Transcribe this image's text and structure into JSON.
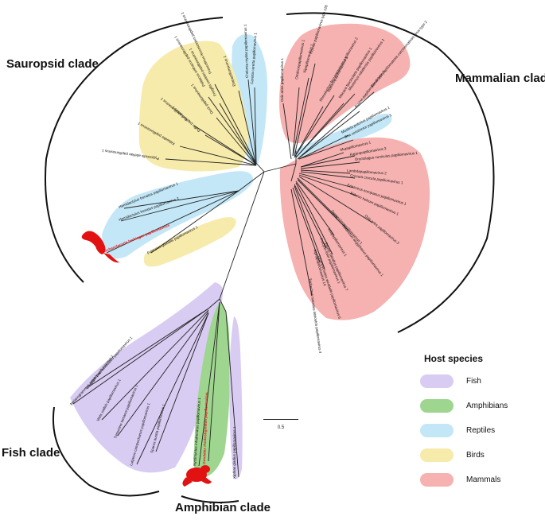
{
  "clades": {
    "sauropsid": "Sauropsid clade",
    "mammalian": "Mammalian clade",
    "fish": "Fish clade",
    "amphibian": "Amphibian clade"
  },
  "legend": {
    "title": "Host species",
    "items": [
      {
        "label": "Fish",
        "color": "#d9ccf2"
      },
      {
        "label": "Amphibians",
        "color": "#9ed58f"
      },
      {
        "label": "Reptiles",
        "color": "#c3e7f7"
      },
      {
        "label": "Birds",
        "color": "#f6ebaa"
      },
      {
        "label": "Mammals",
        "color": "#f6b1b1"
      }
    ]
  },
  "scale_bar": "0.5",
  "group_colors": {
    "fish": "#d9ccf2",
    "amphibian": "#9ed58f",
    "reptile": "#c3e7f7",
    "bird": "#f6ebaa",
    "mammal": "#f6b1b1",
    "highlight_text": "#e21d1d",
    "animal_icon": "#e21212"
  },
  "taxa": {
    "mammals": [
      "Ovis aries papillomavirus 1",
      "Omikronpapillomavirus 1",
      "Xipapillomavirus 1",
      "Human papillomavirus type 126",
      "Rhinolophus ferrumequinum papillomavirus 2",
      "Gammapapillomavirus 1",
      "Macaca fascicularis papillomavirus 1",
      "Mastomys natalensis papillomavirus 1",
      "Bovine papillomavirus type 1",
      "Bandicoot papillomatosis carcinomatosis virus type 2",
      "Mustela putorius papillomavirus 1",
      "Boa constrictor papillomavirus 1",
      "Mupapillomavirus 1",
      "Kappapapillomavirus 2",
      "Oryctolagus cuniculus papillomavirus 1",
      "Lambdapapillomavirus 2",
      "Crocuta crocuta papillomavirus 1",
      "Erinaceus europaeus papillomavirus 1",
      "Eidolon helvum papillomavirus 1",
      "Ovis aries papillomavirus 3",
      "Dyoepsilonpapillomavirus 1",
      "Rousettus aegyptiacus papillomavirus 1",
      "Iotapapillomavirus 1",
      "Equus caballus papillomavirus 7",
      "Procyon lotor papillomavirus 1",
      "Leptonychotes weddellii papillomavirus 6",
      "Alphapapillomavirus 14",
      "Trichechus manatus latirostris papillomavirus 4"
    ],
    "reptiles_upper": [
      "Chelonia mydas papillomavirus 1",
      "Caretta caretta papillomavirus 1"
    ],
    "birds": [
      "Francolinus leucoscepus papillomavirus 1",
      "Psittacus erithacus papillomavirus 1",
      "Fringilla coelebs papillomavirus 1",
      "Etapapillomavirus 1",
      "Duck papillomavirus 1",
      "Gull papillomavirus 1",
      "Puffin papillomavirus 1",
      "Kittiwake papillomavirus 1",
      "Pygoscelis adeliae papillomavirus 1",
      "Fulmarus glacialis papillomavirus 1"
    ],
    "reptiles_lower": [
      "Hemidactylus frenatus papillomavirus 1",
      "Hemidactylus frenatus papillomavirus 2",
      "Archaeolacerta bedriagae papillomavirus"
    ],
    "fish": [
      "Melanogrammus aeglefinus-associated papillomavirus 1",
      "Weepfish papillomavirus 1",
      "Wels catfish papillomavirus 1",
      "Tretomine tamanoi papillomavirus 1",
      "Lutjanus campechanus papillomavirus 1",
      "Sparus aurata papillomavirus 1",
      "Xiphias gladius papillomavirus 1"
    ],
    "amphibians": [
      "Nyctimystes infrafrenatus papillomavirus 1",
      "Oreolalax rhodostigmatus papillomavirus"
    ]
  }
}
